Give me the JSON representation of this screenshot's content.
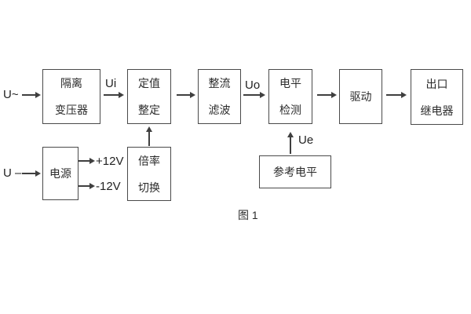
{
  "figure": {
    "caption": "图 1"
  },
  "colors": {
    "line": "#3f3f3f",
    "box_border": "#4a4a4a",
    "text": "#2b2b2b",
    "background": "#ffffff"
  },
  "signals": {
    "u_ac": "U~",
    "u_dc": "U –",
    "ui": "Ui",
    "uo": "Uo",
    "ue": "Ue",
    "plus_12v": "+12V",
    "minus_12v": "-12V"
  },
  "blocks": [
    {
      "name": "isolation-transformer",
      "lines": [
        "隔离",
        "变压器"
      ]
    },
    {
      "name": "value-setting",
      "lines": [
        "定值",
        "整定"
      ]
    },
    {
      "name": "rectifier-filter",
      "lines": [
        "整流",
        "滤波"
      ]
    },
    {
      "name": "level-detection",
      "lines": [
        "电平",
        "检测"
      ]
    },
    {
      "name": "driver",
      "lines": [
        "驱动"
      ]
    },
    {
      "name": "output-relay",
      "lines": [
        "出口",
        "继电器"
      ]
    },
    {
      "name": "power-supply",
      "lines": [
        "电源"
      ]
    },
    {
      "name": "ratio-switching",
      "lines": [
        "倍率",
        "切换"
      ]
    },
    {
      "name": "reference-level",
      "lines": [
        "参考电平"
      ]
    }
  ]
}
